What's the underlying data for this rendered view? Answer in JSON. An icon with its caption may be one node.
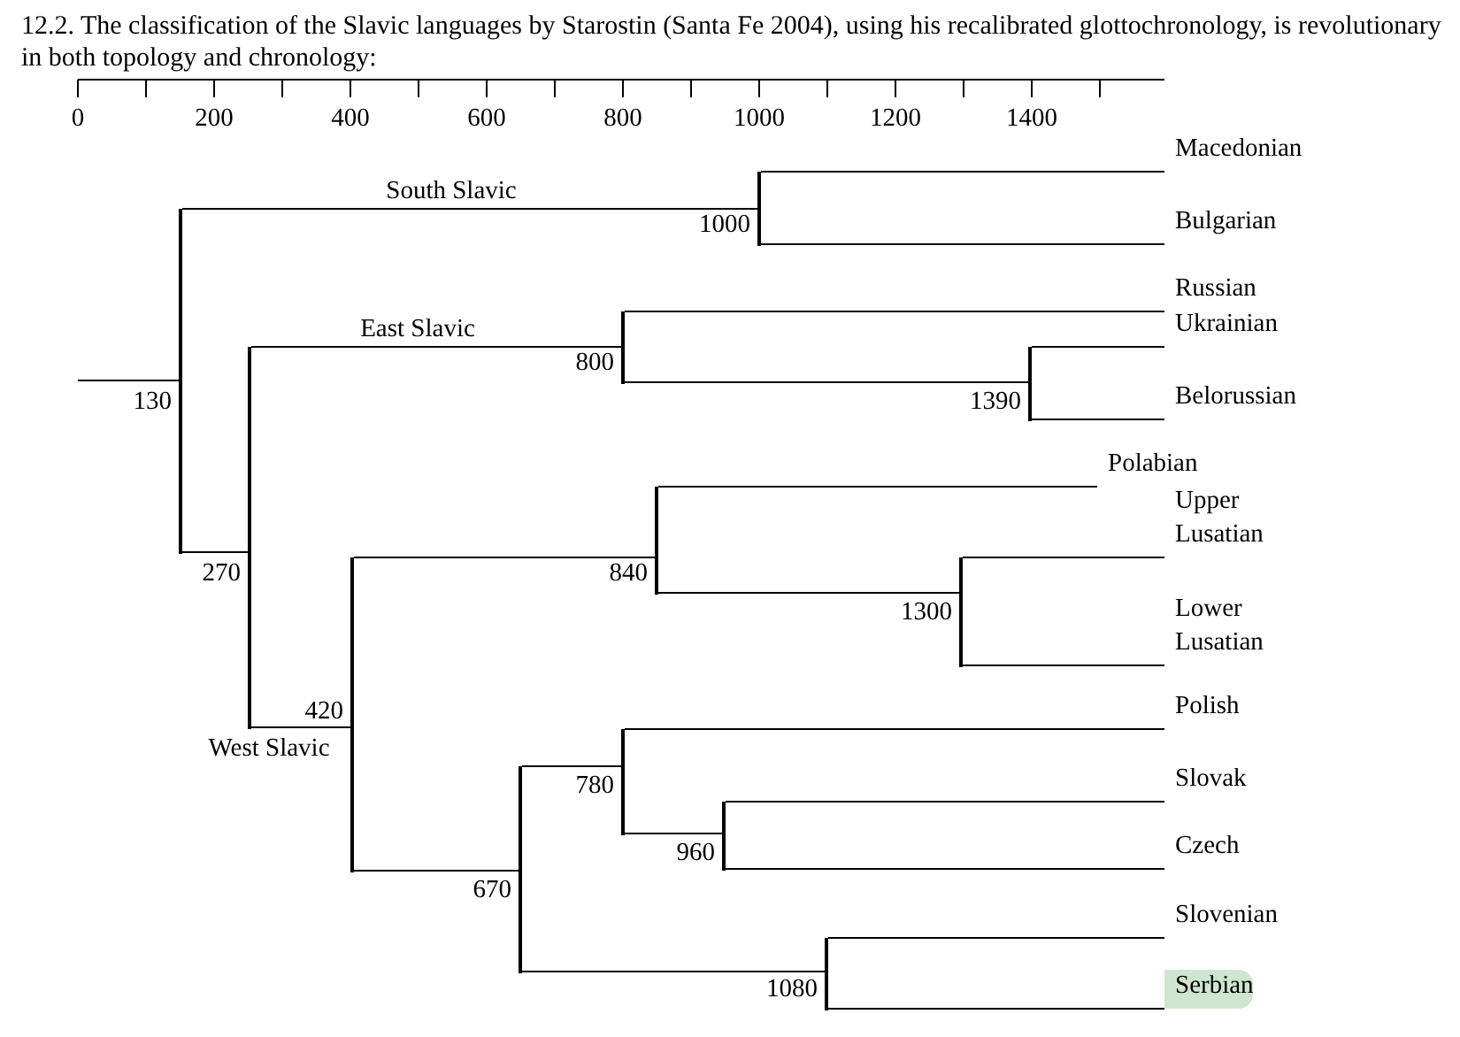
{
  "diagram": {
    "title": "12.2. The classification of the Slavic languages by Starostin (Santa Fe 2004), using his recalibrated glottochronology, is revolutionary in both topology and chronology:",
    "nodes": [
      {
        "text": [],
        "shape": "bar",
        "beside": [
          "130"
        ]
      },
      {
        "text": [],
        "shape": "bar",
        "beside": [
          "270"
        ]
      },
      {
        "text": [],
        "shape": "bar",
        "beside": [
          "1000"
        ]
      },
      {
        "text": [
          "Macedonian"
        ]
      },
      {
        "text": [
          "Bulgarian"
        ]
      },
      {
        "text": [],
        "shape": "bar",
        "beside": [
          "800"
        ]
      },
      {
        "text": [
          "Russian"
        ]
      },
      {
        "text": [],
        "shape": "bar",
        "beside": [
          "1390"
        ]
      },
      {
        "text": [
          "Ukrainian"
        ]
      },
      {
        "text": [
          "Belorussian"
        ]
      },
      {
        "text": [],
        "shape": "bar",
        "beside": [
          "420"
        ]
      },
      {
        "text": [],
        "shape": "bar",
        "beside": [
          "840"
        ]
      },
      {
        "text": [
          "Polabian"
        ]
      },
      {
        "text": [],
        "shape": "bar",
        "beside": [
          "1300"
        ]
      },
      {
        "text": [
          "Upper Lusatian"
        ]
      },
      {
        "text": [
          "Lower Lusatian"
        ]
      },
      {
        "text": [],
        "shape": "bar",
        "beside": [
          "670"
        ]
      },
      {
        "text": [],
        "shape": "bar",
        "beside": [
          "780"
        ]
      },
      {
        "text": [
          "Polish"
        ]
      },
      {
        "text": [],
        "shape": "bar",
        "beside": [
          "960"
        ]
      },
      {
        "text": [
          "Slovak"
        ]
      },
      {
        "text": [
          "Czech"
        ]
      },
      {
        "text": [],
        "shape": "bar",
        "beside": [
          "1080"
        ]
      },
      {
        "text": [
          "Slovenian"
        ]
      },
      {
        "text": [
          "Serbian"
        ]
      }
    ],
    "edges": [
      {
        "from": null,
        "to": 0,
        "arrow": "none"
      },
      {
        "from": 0,
        "to": 2,
        "arrow": "none",
        "label": "South Slavic"
      },
      {
        "from": 0,
        "to": 1,
        "arrow": "none"
      },
      {
        "from": 2,
        "to": 3,
        "arrow": "none"
      },
      {
        "from": 2,
        "to": 4,
        "arrow": "none"
      },
      {
        "from": 1,
        "to": 5,
        "arrow": "none",
        "label": "East Slavic"
      },
      {
        "from": 5,
        "to": 6,
        "arrow": "none"
      },
      {
        "from": 5,
        "to": 7,
        "arrow": "none"
      },
      {
        "from": 7,
        "to": 8,
        "arrow": "none"
      },
      {
        "from": 7,
        "to": 9,
        "arrow": "none"
      },
      {
        "from": 1,
        "to": 10,
        "arrow": "none",
        "label": "West Slavic"
      },
      {
        "from": 10,
        "to": 11,
        "arrow": "none"
      },
      {
        "from": 11,
        "to": 12,
        "arrow": "none"
      },
      {
        "from": 11,
        "to": 13,
        "arrow": "none"
      },
      {
        "from": 13,
        "to": 14,
        "arrow": "none"
      },
      {
        "from": 13,
        "to": 15,
        "arrow": "none"
      },
      {
        "from": 10,
        "to": 16,
        "arrow": "none"
      },
      {
        "from": 16,
        "to": 17,
        "arrow": "none"
      },
      {
        "from": 17,
        "to": 18,
        "arrow": "none"
      },
      {
        "from": 17,
        "to": 19,
        "arrow": "none"
      },
      {
        "from": 19,
        "to": 20,
        "arrow": "none"
      },
      {
        "from": 19,
        "to": 21,
        "arrow": "none"
      },
      {
        "from": 16,
        "to": 22,
        "arrow": "none"
      },
      {
        "from": 22,
        "to": 23,
        "arrow": "none"
      },
      {
        "from": 22,
        "to": 24,
        "arrow": "none"
      }
    ],
    "labels": [
      "0",
      "200",
      "400",
      "600",
      "800",
      "1000",
      "1200",
      "1400"
    ]
  }
}
